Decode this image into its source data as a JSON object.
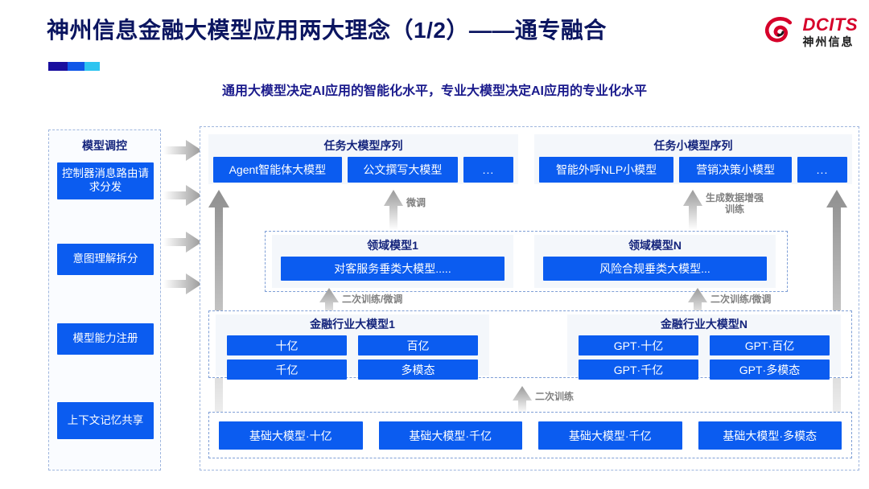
{
  "header": {
    "title": "神州信息金融大模型应用两大理念（1/2）——通专融合",
    "subtitle": "通用大模型决定AI应用的智能化水平，专业大模型决定AI应用的专业化水平",
    "logo_en": "DCITS",
    "logo_cn": "神州信息",
    "accent_colors": [
      "#1a0f9e",
      "#1057e8",
      "#2ec4f0"
    ]
  },
  "colors": {
    "chip_blue": "#0b5cf0",
    "title_navy": "#0b1560",
    "subtitle_navy": "#1a1a8c",
    "panel_gray": "#f4f7fb",
    "dashed_border": "#9fb6de",
    "arrow_gray": "#a8a8a8",
    "brand_red": "#d6002a"
  },
  "sidebar": {
    "title": "模型调控",
    "items": [
      {
        "label": "控制器消息路由请求分发"
      },
      {
        "label": "意图理解拆分"
      },
      {
        "label": "模型能力注册"
      },
      {
        "label": "上下文记忆共享"
      }
    ]
  },
  "sequences": [
    {
      "title": "任务大模型序列",
      "chips": [
        "Agent智能体大模型",
        "公文撰写大模型",
        "..."
      ]
    },
    {
      "title": "任务小模型序列",
      "chips": [
        "智能外呼NLP小模型",
        "营销决策小模型",
        "..."
      ]
    }
  ],
  "domain_models": [
    {
      "title": "领域模型1",
      "chip": "对客服务垂类大模型....."
    },
    {
      "title": "领域模型N",
      "chip": "风险合规垂类大模型..."
    }
  ],
  "industry_models": [
    {
      "title": "金融行业大模型1",
      "chips": [
        "十亿",
        "百亿",
        "千亿",
        "多模态"
      ]
    },
    {
      "title": "金融行业大模型N",
      "chips": [
        "GPT·十亿",
        "GPT·百亿",
        "GPT·千亿",
        "GPT·多模态"
      ]
    }
  ],
  "base_models": {
    "chips": [
      "基础大模型·十亿",
      "基础大模型·千亿",
      "基础大模型·千亿",
      "基础大模型·多模态"
    ]
  },
  "arrow_labels": {
    "fine_tune": "微调",
    "data_aug_train_line1": "生成数据增强",
    "data_aug_train_line2": "训练",
    "secondary_train_finetune_left": "二次训练/微调",
    "secondary_train_finetune_right": "二次训练/微调",
    "secondary_train": "二次训练"
  }
}
